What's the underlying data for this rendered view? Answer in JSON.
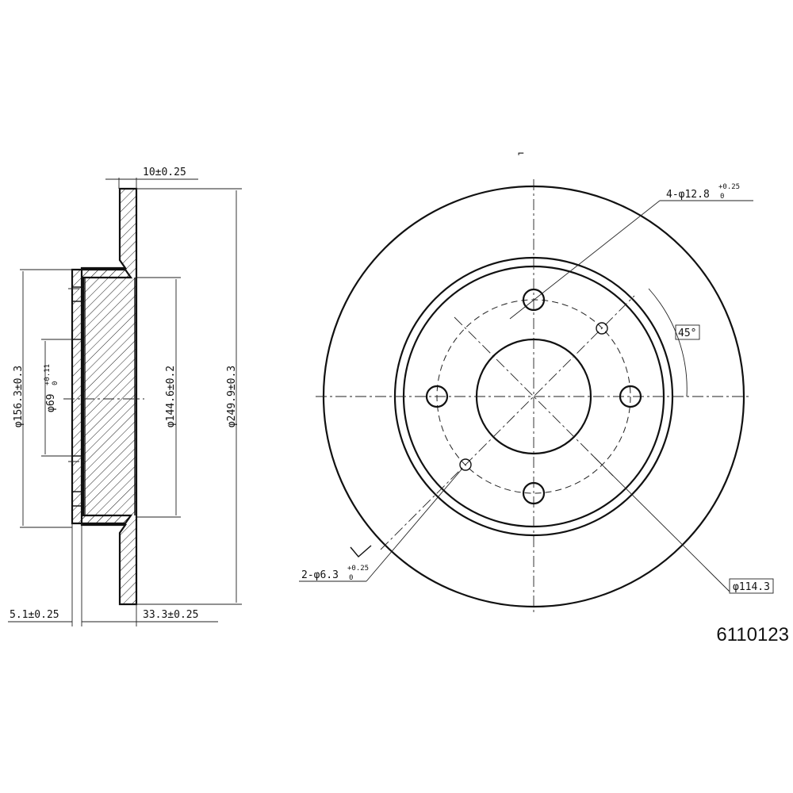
{
  "section_view": {
    "disc_thickness": "10±0.25",
    "hat_diameter": "φ156.3±0.3",
    "center_bore": "φ69",
    "center_bore_tol_upper": "+0.11",
    "center_bore_tol_lower": "0",
    "inner_diameter": "φ144.6±0.2",
    "outer_diameter": "φ249.9±0.3",
    "hat_wall_thickness": "5.1±0.25",
    "overall_height": "33.3±0.25"
  },
  "front_view": {
    "section_mark": "⌐",
    "bolt_holes": "4-φ12.8",
    "bolt_holes_tol_upper": "+0.25",
    "bolt_holes_tol_lower": "0",
    "angle": "45°",
    "small_holes": "2-φ6.3",
    "small_holes_tol_upper": "+0.25",
    "small_holes_tol_lower": "0",
    "pitch_circle": "φ114.3"
  },
  "part_number": "6110123"
}
